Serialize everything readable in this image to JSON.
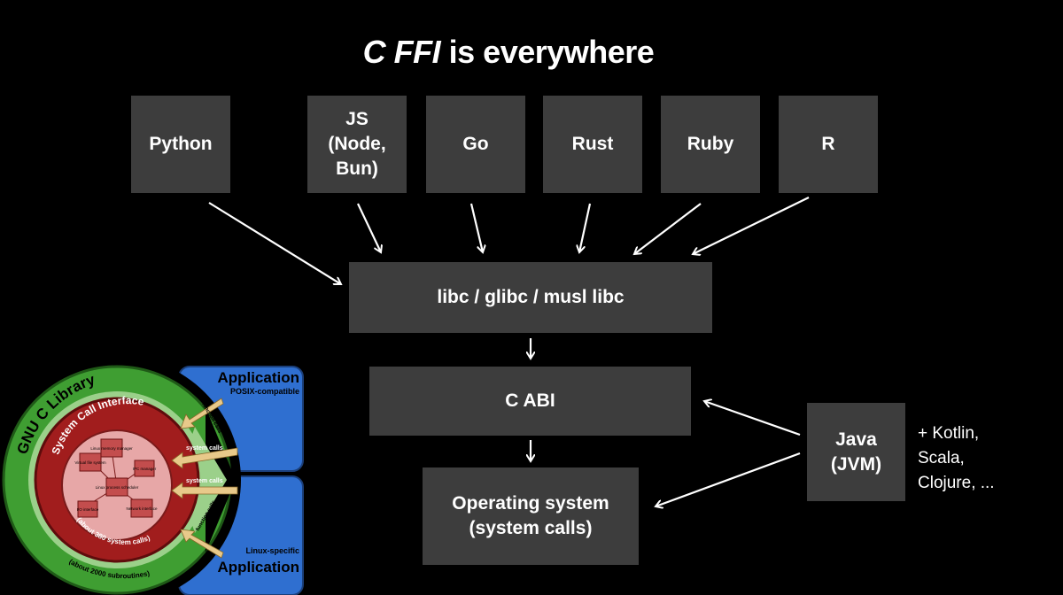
{
  "title": {
    "italic": "C FFI",
    "rest": " is everywhere"
  },
  "languages": [
    {
      "id": "python",
      "label": "Python"
    },
    {
      "id": "js",
      "label": "JS\n(Node,\nBun)"
    },
    {
      "id": "go",
      "label": "Go"
    },
    {
      "id": "rust",
      "label": "Rust"
    },
    {
      "id": "ruby",
      "label": "Ruby"
    },
    {
      "id": "r",
      "label": "R"
    }
  ],
  "libc": {
    "label": "libc / glibc / musl libc"
  },
  "cabi": {
    "label": "C ABI"
  },
  "os": {
    "label": "Operating system\n(system calls)"
  },
  "java": {
    "label": "Java\n(JVM)"
  },
  "jvm_note": {
    "label": "+ Kotlin,\nScala,\nClojure, ..."
  },
  "glibc_diagram": {
    "app_top": "Application",
    "app_top_sub": "POSIX-compatible",
    "app_bottom": "Application",
    "app_bottom_sub": "Linux-specific",
    "outer_ring": "GNU C Library",
    "outer_ring_sub": "(about 2000 subroutines)",
    "inner_ring": "System Call Interface",
    "inner_ring_sub": "(about 380 system calls)",
    "function_calls": "function calls",
    "system_calls": "system calls",
    "kernel_parts": [
      "Virtual file system",
      "Linux memory manager",
      "IPC manager",
      "Linux process scheduler",
      "I/O interface",
      "Network interface"
    ],
    "colors": {
      "green": "#3f9e32",
      "light_green": "#9bd08a",
      "red": "#a11d1d",
      "pink": "#e7a7a7",
      "blue": "#2f6fd0"
    }
  }
}
